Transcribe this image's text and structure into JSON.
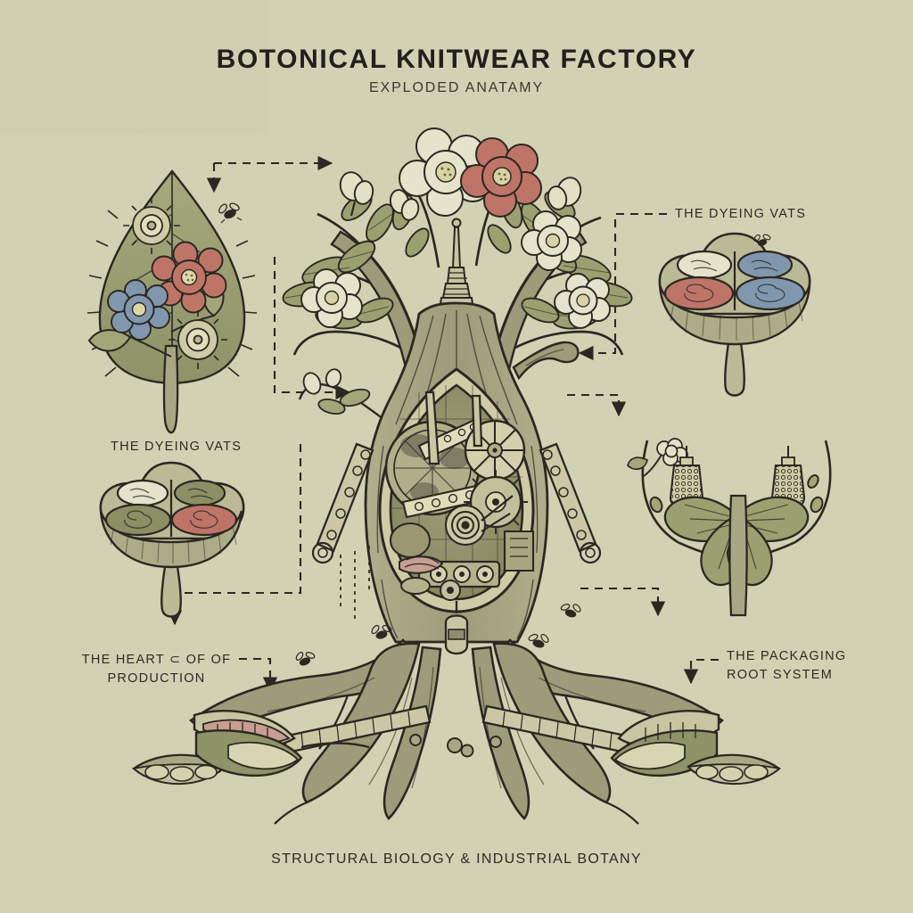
{
  "page": {
    "background_color": "#d3d1b3",
    "ink_color": "#2b2822",
    "title": "BOTONICAL KNITWEAR FACTORY",
    "subtitle": "EXPLODED ANATAMY",
    "footer": "STRUCTURAL BIOLOGY & INDUSTRIAL BOTANY"
  },
  "palette": {
    "paper": "#d3d1b3",
    "ink": "#2b2822",
    "leaf_green": "#9a9f72",
    "deep_green": "#7d8257",
    "pale_green": "#b4b891",
    "cream": "#e6e3cc",
    "rose_red": "#bf7468",
    "dye_blue": "#8097ad",
    "bark": "#a6a583"
  },
  "labels": {
    "dyeing_vats_top_right": "THE DYEING VATS",
    "dyeing_vats_left": "THE DYEING VATS",
    "heart_of_production": "THE HEART ⊂ OF OF\nPRODUCTION",
    "packaging_root_system": "THE PACKAGING\nROOT SYSTEM"
  },
  "diagram": {
    "type": "exploded-anatomy-illustration",
    "style": "vintage botanical engraving, hand-inked line art with flat muted washes",
    "center_subject": "flowering tree whose hollow trunk cavity houses clockwork knitting machinery",
    "callout_count": 4,
    "connector_style": "dashed orthogonal leader lines with solid triangular arrowheads",
    "panels": [
      {
        "id": "leaf-specimen",
        "position": "left-upper",
        "caption": null,
        "contents": [
          "serrated sage leaf blade",
          "red rose bloom",
          "blue rose bloom",
          "two cogwheels",
          "bee"
        ]
      },
      {
        "id": "dyeing-vats-top-right",
        "position": "right-upper",
        "caption": "THE DYEING VATS",
        "vat_colors": [
          "#e6e3cc",
          "#8097ad",
          "#bf7468",
          "#8097ad"
        ],
        "contents": [
          "mushroom-form four-chambered vat basin",
          "swirled dye liquor",
          "bee at rim"
        ]
      },
      {
        "id": "dyeing-vats-left",
        "position": "left-lower",
        "caption": "THE DYEING VATS",
        "vat_colors": [
          "#e6e3cc",
          "#8b8f63",
          "#8b8f63",
          "#bf7468"
        ],
        "contents": [
          "mushroom-form four-chambered vat basin",
          "swirled dye liquor"
        ]
      },
      {
        "id": "packaging-root-system",
        "position": "right-lower",
        "caption": "THE PACKAGING\nROOT SYSTEM",
        "contents": [
          "four-petal blossom",
          "two hanging knitted mesh sacks",
          "arching branch armature",
          "blossom bud"
        ]
      },
      {
        "id": "heart-of-production",
        "position": "center",
        "caption": "THE HEART ⊂ OF OF\nPRODUCTION",
        "contents": [
          "hollow trunk cavity",
          "flywheel",
          "spoked wheel",
          "gear train",
          "drive belts",
          "bobbins",
          "spindles"
        ]
      }
    ],
    "central_tree": {
      "canopy_blooms": [
        "cream rose",
        "cream rose",
        "red rose",
        "cream rose",
        "cream rose",
        "cream bud",
        "cream bud"
      ],
      "chimney": "ribbed spire finial at crown",
      "trunk": "fluted bark with ovoid machine cavity",
      "roots": "splayed buttress roots with conveyor rails and seed pods",
      "insects": 5
    },
    "root_pods": [
      "split seed pod with pink seeds",
      "split seed pod with pale seeds",
      "split seed pod right"
    ]
  }
}
